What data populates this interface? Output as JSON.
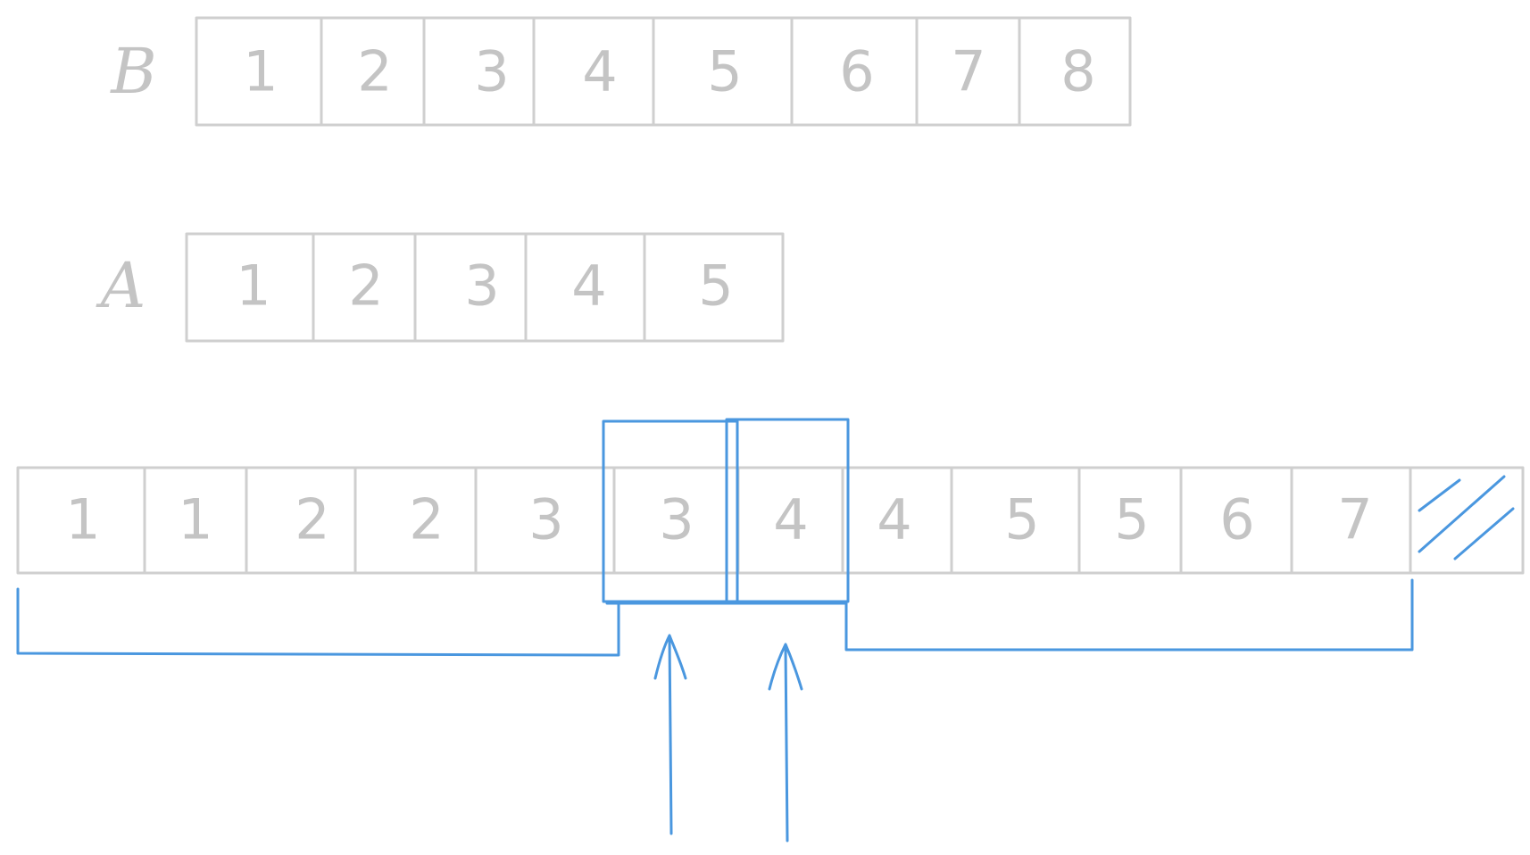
{
  "diagram": {
    "array_b": {
      "label": "B",
      "cells": [
        "1",
        "2",
        "3",
        "4",
        "5",
        "6",
        "7",
        "8"
      ]
    },
    "array_a": {
      "label": "A",
      "cells": [
        "1",
        "2",
        "3",
        "4",
        "5"
      ]
    },
    "merged": {
      "cells": [
        "1",
        "1",
        "2",
        "2",
        "3",
        "3",
        "4",
        "4",
        "5",
        "5",
        "6",
        "7"
      ],
      "trailing_empty_cells": 1,
      "highlighted_cells": [
        5,
        6
      ]
    },
    "colors": {
      "array_stroke": "#cfcfcf",
      "array_text": "#c4c4c4",
      "highlight": "#4a97df"
    }
  }
}
